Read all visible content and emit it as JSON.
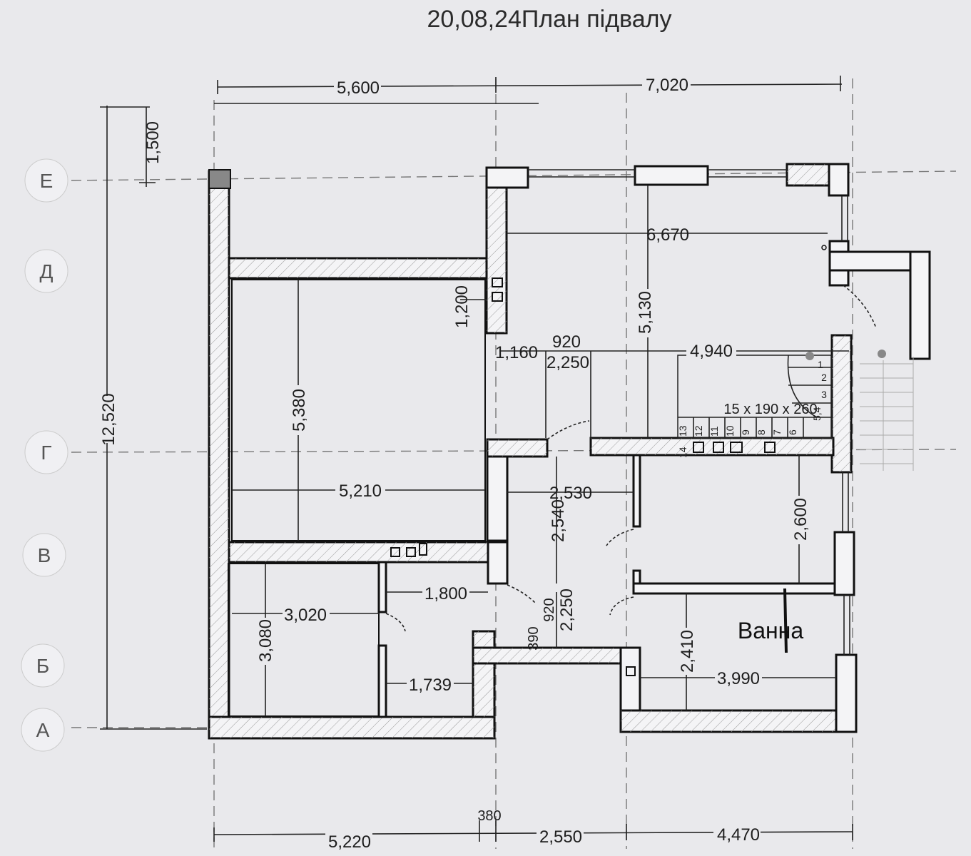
{
  "title": "20,08,24План підвалу",
  "axes": [
    "Е",
    "Д",
    "Г",
    "В",
    "Б",
    "А"
  ],
  "dims": {
    "top_left": "5,600",
    "top_right": "7,020",
    "left_small": "1,500",
    "left_total": "12,520",
    "hall_width": "6,670",
    "hall_height": "5,130",
    "niche": "1,200",
    "d1160": "1,160",
    "d920a": "920",
    "d2250a": "2,250",
    "d4940": "4,940",
    "stairs": "15 x 190 x 260",
    "room_height": "5,380",
    "room_width": "5,210",
    "corridor_w": "2,530",
    "corridor_h": "2,540",
    "right_room_h": "2,600",
    "d1800": "1,800",
    "d3020": "3,020",
    "d3080": "3,080",
    "d920b": "920",
    "d2250b": "2,250",
    "d390": "390",
    "d2410": "2,410",
    "d3990": "3,990",
    "d1739": "1,739",
    "bottom_left": "5,220",
    "bottom_mid": "2,550",
    "bottom_right": "4,470",
    "bottom_small": "380"
  },
  "room_label": "Ванна",
  "stair_steps": [
    "1",
    "2",
    "3",
    "5,4",
    "6",
    "7",
    "8",
    "9",
    "10",
    "11",
    "12",
    "13",
    "14"
  ]
}
